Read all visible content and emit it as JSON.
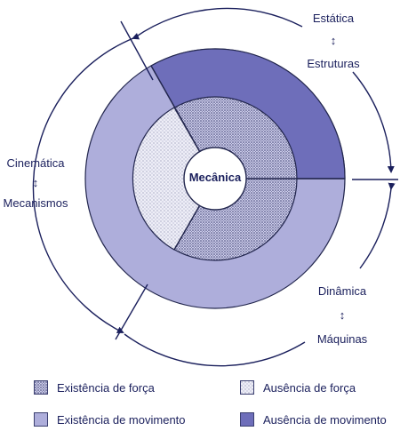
{
  "center_label": "Mecânica",
  "groups": {
    "estatica": {
      "top": "Estática",
      "arrow": "↕",
      "bottom": "Estruturas"
    },
    "cinematica": {
      "top": "Cinemática",
      "arrow": "↕",
      "bottom": "Mecanismos"
    },
    "dinamica": {
      "top": "Dinâmica",
      "arrow": "↕",
      "bottom": "Máquinas"
    }
  },
  "legend": [
    {
      "label": "Existência de força",
      "pattern": "dense-dots"
    },
    {
      "label": "Ausência de força",
      "pattern": "sparse-dots"
    },
    {
      "label": "Existência de movimento",
      "color": "#aeaedb"
    },
    {
      "label": "Ausência de  movimento",
      "color": "#6e6eba"
    }
  ],
  "colors": {
    "movement_present": "#aeaedb",
    "movement_absent": "#6e6eba",
    "outline": "#22264d",
    "text": "#1a1f5c"
  }
}
